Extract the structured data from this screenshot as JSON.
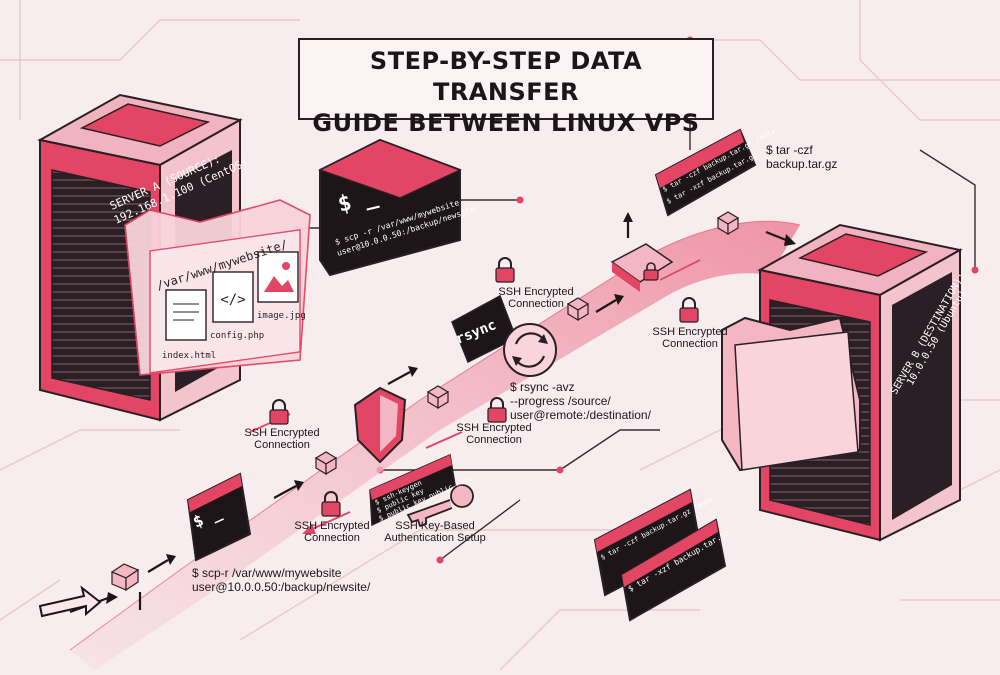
{
  "title": {
    "line1": "STEP-BY-STEP DATA TRANSFER",
    "line2": "GUIDE BETWEEN LINUX VPS"
  },
  "server_a": {
    "label_line1": "SERVER A (SOURCE):",
    "label_line2": "192.168.1.100 (CentOS)",
    "folder_path": "/var/www/mywebsite/",
    "files": [
      "index.html",
      "config.php",
      "image.jpg"
    ]
  },
  "server_b": {
    "label_line1": "SERVER B (DESTINATION):",
    "label_line2": "10.0.0.50 (Ubuntu)"
  },
  "terminal_top": {
    "prompt": "$ _",
    "line1": "$ scp -r /var/www/mywebsite",
    "line2": "user@10.0.0.50:/backup/newsite/"
  },
  "terminal_bottom_left": {
    "prompt": "$ _"
  },
  "scp_command": {
    "line1": "$ scp-r /var/www/mywebsite",
    "line2": "user@10.0.0.50:/backup/newsite/"
  },
  "rsync": {
    "badge": "rsync",
    "line1": "$ rsync -avz",
    "line2": "--progress /source/",
    "line3": "user@remote:/destination/"
  },
  "ssh_key_terminal": {
    "line1": "$ ssh-keygen",
    "line2": "$ public key",
    "line3": "$ public key public keys"
  },
  "ssh_key_label": {
    "line1": "SSH Key-Based",
    "line2": "Authentication Setup"
  },
  "ssh_labels": [
    {
      "line1": "SSH Encrypted",
      "line2": "Connection"
    },
    {
      "line1": "SSH Encrypted",
      "line2": "Connection"
    },
    {
      "line1": "SSH Encrypted",
      "line2": "Connection"
    },
    {
      "line1": "SSH Encrypted",
      "line2": "Connection"
    },
    {
      "line1": "SSH Encrypted",
      "line2": "Connection"
    }
  ],
  "tar_terminal_top": {
    "line1": "$ tar -czf backup.tar.gz /data",
    "line2": "$ tar -xzf backup.tar.gz"
  },
  "tar_command": {
    "line1": "$ tar -czf",
    "line2": "backup.tar.gz"
  },
  "tar_terminal_bottom": {
    "line1": "$ tar -czf backup.tar.gz /data",
    "line2": "$ tar -xzf backup.tar.gz"
  },
  "colors": {
    "accent": "#e34564",
    "pink_light": "#f2b2be",
    "dark": "#1d1619",
    "background": "#f7ecee"
  }
}
